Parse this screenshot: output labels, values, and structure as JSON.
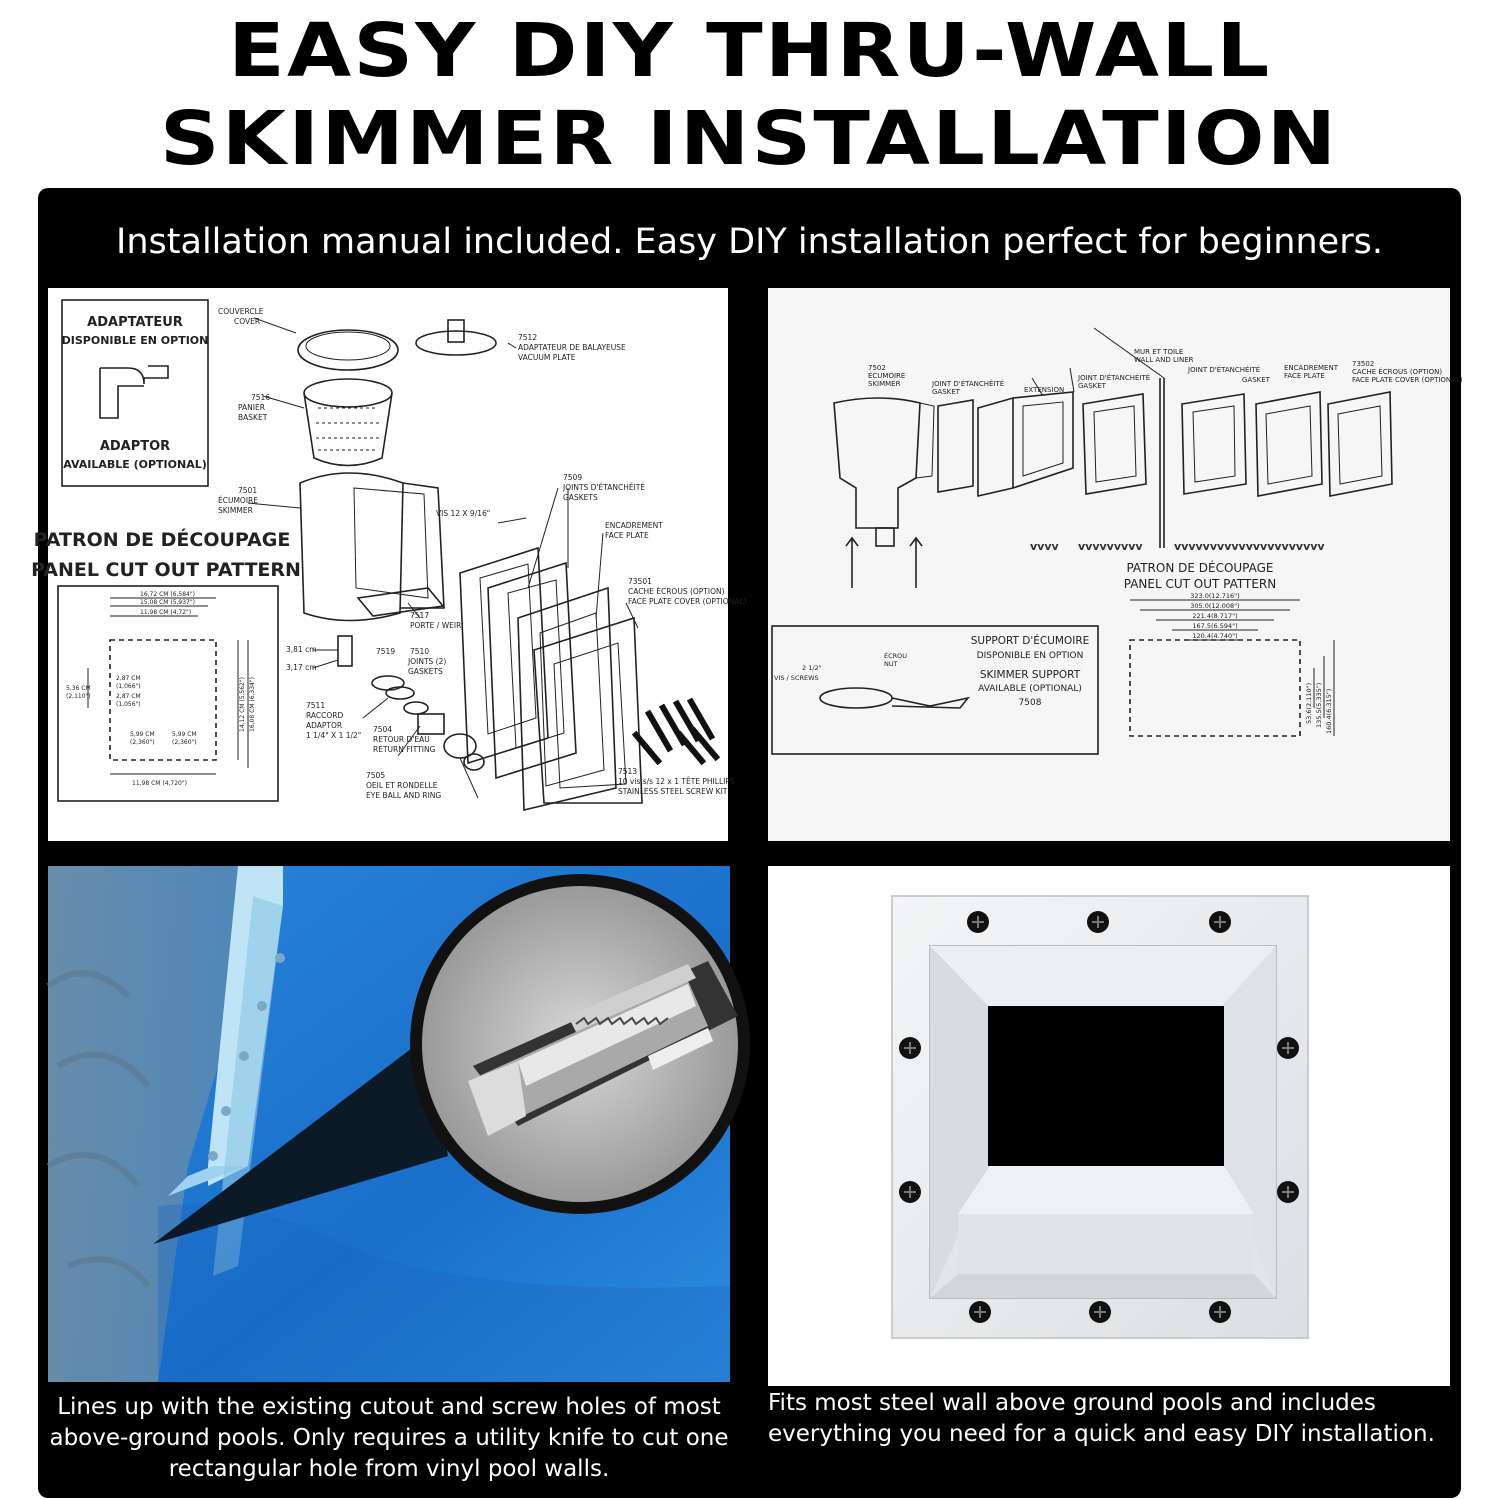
{
  "headline": {
    "line1": "EASY DIY THRU-WALL",
    "line2": "SKIMMER INSTALLATION"
  },
  "subheading": "Installation manual included. Easy DIY installation perfect for beginners.",
  "diagram_left": {
    "adapter_box": {
      "title_fr_1": "ADAPTATEUR",
      "title_fr_2": "DISPONIBLE EN OPTION",
      "title_en_1": "ADAPTOR",
      "title_en_2": "AVAILABLE (OPTIONAL)"
    },
    "pattern_title_fr": "PATRON DE DÉCOUPAGE",
    "pattern_title_en": "PANEL CUT OUT PATTERN",
    "labels": {
      "cover": "COUVERCLE",
      "cover_en": "COVER",
      "vac_num": "7512",
      "vac_fr": "ADAPTATEUR DE BALAYEUSE",
      "vac_en": "VACUUM PLATE",
      "basket_num": "7516",
      "basket_fr": "PANIER",
      "basket_en": "BASKET",
      "skim_num": "7501",
      "skim_fr": "ÉCUMOIRE",
      "skim_en": "SKIMMER",
      "vis": "VIS 12 X 9/16\"",
      "gaskets_num": "7509",
      "gaskets_fr": "JOINTS D'ÉTANCHÉITÉ",
      "gaskets_en": "GASKETS",
      "faceplate_fr": "ENCADREMENT",
      "faceplate_en": "FACE PLATE",
      "cover_num": "73501",
      "cover_fr": "CACHE ÉCROUS (OPTION)",
      "cover_en2": "FACE PLATE COVER (OPTIONAL)",
      "weir_num": "7517",
      "weir": "PORTE / WEIR",
      "d1": "3,81 cm",
      "d2": "3,17 cm",
      "n7519": "7519",
      "n7510": "7510",
      "joints": "JOINTS (2)",
      "joints_en": "GASKETS",
      "raccord_num": "7511",
      "raccord_fr": "RACCORD",
      "raccord_en": "ADAPTOR",
      "raccord_size": "1 1/4\" X 1 1/2\"",
      "return_num": "7504",
      "return_fr": "RETOUR D'EAU",
      "return_en": "RETURN FITTING",
      "eye_num": "7505",
      "eye_fr": "OEIL ET RONDELLE",
      "eye_en": "EYE BALL AND RING",
      "screw_num": "7513",
      "screw_fr": "10 vis s/s 12 x 1 TÊTE PHILLIPS",
      "screw_en": "STAINLESS STEEL SCREW KIT",
      "dim1": "16,72 CM (6,584\")",
      "dim2": "15,08 CM (5,937\")",
      "dim3": "11,98 CM (4,72\")",
      "dim4": "2,87 CM",
      "dim4b": "(1,066\")",
      "dim5": "2,87 CM",
      "dim5b": "(1,056\")",
      "dim6": "5,36 CM",
      "dim6b": "(2,110\")",
      "dim7": "5,99 CM",
      "dim7b": "(2,360\")",
      "dim8": "5,99 CM",
      "dim8b": "(2,360\")",
      "dim9": "14,12 CM (5,562\")",
      "dim10": "16,08 CM (6,334\")",
      "dim11": "11,98 CM (4,720\")"
    }
  },
  "diagram_right": {
    "labels": {
      "skim_num": "7502",
      "skim_fr": "ÉCUMOIRE",
      "skim_en": "SKIMMER",
      "joint1_fr": "JOINT D'ÉTANCHÉITÉ",
      "joint1_en": "GASKET",
      "ext": "EXTENSION",
      "joint2_fr": "JOINT D'ÉTANCHÉITÉ",
      "joint2_en": "GASKET",
      "wall_fr": "MUR ET TOILE",
      "wall_en": "WALL AND LINER",
      "joint3_fr": "JOINT D'ÉTANCHÉITÉ",
      "joint3_en": "GASKET",
      "face_fr": "ENCADREMENT",
      "face_en": "FACE PLATE",
      "cover_num": "73502",
      "cover_fr": "CACHE ÉCROUS (OPTION)",
      "cover_en": "FACE PLATE COVER (OPTIONAL)",
      "pattern_fr": "PATRON DE DÉCOUPAGE",
      "pattern_en": "PANEL CUT OUT PATTERN",
      "r1": "323.0(12.716\")",
      "r2": "305.0(12.008\")",
      "r3": "221.4(8.717\")",
      "r4": "167.5(6.594\")",
      "r5": "120.4(4.740\")",
      "v1": "53.6(2.110\")",
      "v2": "135.5(5.335\")",
      "v3": "160.4(6.315\")",
      "support_fr": "SUPPORT D'ÉCUMOIRE",
      "support_fr2": "DISPONIBLE EN OPTION",
      "support_en": "SKIMMER SUPPORT",
      "support_en2": "AVAILABLE (OPTIONAL)",
      "support_num": "7508",
      "ecrou_fr": "ÉCROU",
      "ecrou_en": "NUT",
      "vis_size": "2 1/2\"",
      "vis": "VIS / SCREWS"
    }
  },
  "captions": {
    "bottom_left": "Lines up with the existing cutout and screw holes of most above-ground pools. Only requires a utility knife to cut one rectangular hole from vinyl pool walls.",
    "bottom_right": "Fits most steel wall above ground pools and includes everything you need for a quick and easy DIY installation."
  },
  "colors": {
    "frame": "#000000",
    "pool_blue": "#1f7fd6",
    "faceplate": "#e9ebec"
  }
}
